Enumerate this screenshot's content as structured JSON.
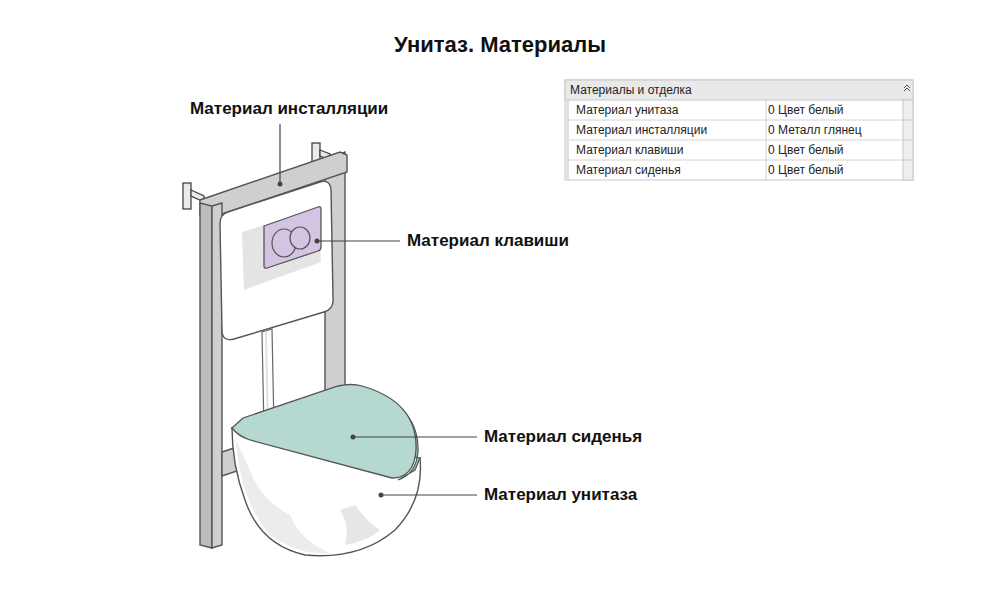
{
  "diagram": {
    "title": "Унитаз. Материалы",
    "labels": [
      "Материал инсталляции",
      "Материал клавиши",
      "Материал сиденья",
      "Материал унитаза",
      "Материалы и отделка",
      "Материал унитаза",
      "0 Цвет белый",
      "Материал инсталляции",
      "0 Металл глянец",
      "Материал клавиши",
      "0 Цвет белый",
      "Материал сиденья",
      "0 Цвет белый"
    ]
  }
}
